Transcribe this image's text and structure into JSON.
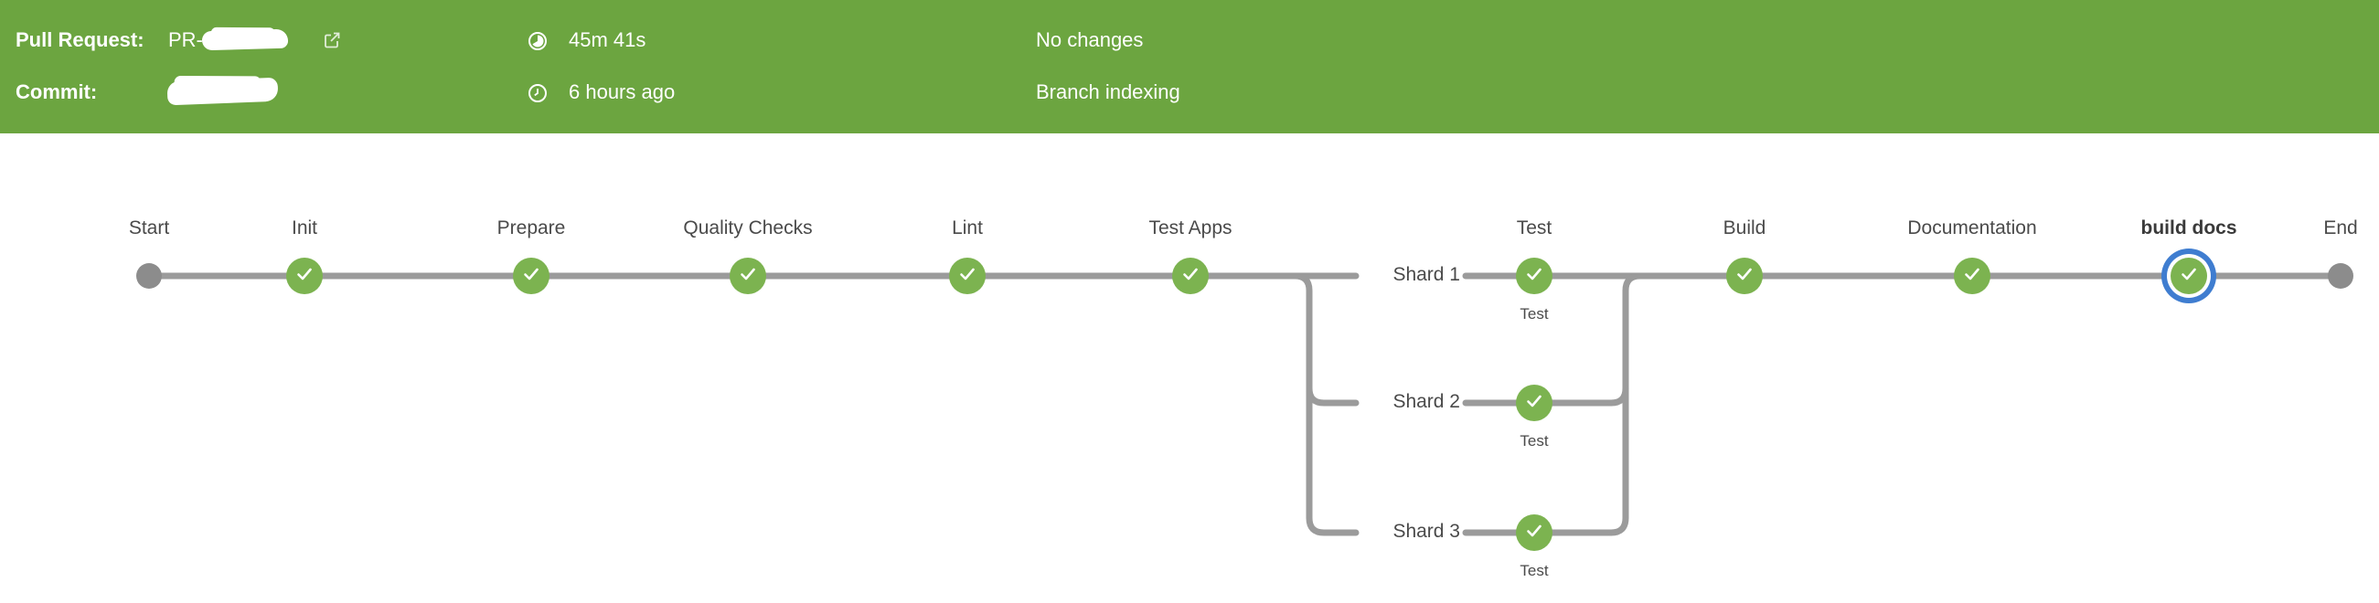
{
  "header": {
    "background_color": "#6CA540",
    "status": "success",
    "pull_request_label": "Pull Request:",
    "pull_request_value": "PR-",
    "pull_request_redacted": true,
    "commit_label": "Commit:",
    "commit_redacted": true,
    "duration": "45m 41s",
    "end_time": "6 hours ago",
    "changes": "No changes",
    "run_cause": "Branch indexing",
    "icons": {
      "pull_request_link": "external-link-icon",
      "duration": "timer-icon",
      "end_time": "clock-icon"
    }
  },
  "pipeline": {
    "node_success_color": "#7CB350",
    "selected_ring_color": "#3F7DD0",
    "connector_color": "#9B9B9B",
    "terminal_node_color": "#8C8C8C",
    "nodes": [
      {
        "id": "start",
        "label": "Start",
        "type": "terminal"
      },
      {
        "id": "init",
        "label": "Init",
        "status": "success"
      },
      {
        "id": "prepare",
        "label": "Prepare",
        "status": "success"
      },
      {
        "id": "quality-checks",
        "label": "Quality Checks",
        "status": "success"
      },
      {
        "id": "lint",
        "label": "Lint",
        "status": "success"
      },
      {
        "id": "test-apps",
        "label": "Test Apps",
        "status": "success"
      },
      {
        "id": "test",
        "label": "Test",
        "status": "success",
        "parallel": true
      },
      {
        "id": "build",
        "label": "Build",
        "status": "success"
      },
      {
        "id": "documentation",
        "label": "Documentation",
        "status": "success"
      },
      {
        "id": "build-docs",
        "label": "build docs",
        "status": "success",
        "selected": true
      },
      {
        "id": "end",
        "label": "End",
        "type": "terminal"
      }
    ],
    "parallel_branches": [
      {
        "name": "Shard 1",
        "step": "Test",
        "status": "success"
      },
      {
        "name": "Shard 2",
        "step": "Test",
        "status": "success"
      },
      {
        "name": "Shard 3",
        "step": "Test",
        "status": "success"
      }
    ]
  }
}
